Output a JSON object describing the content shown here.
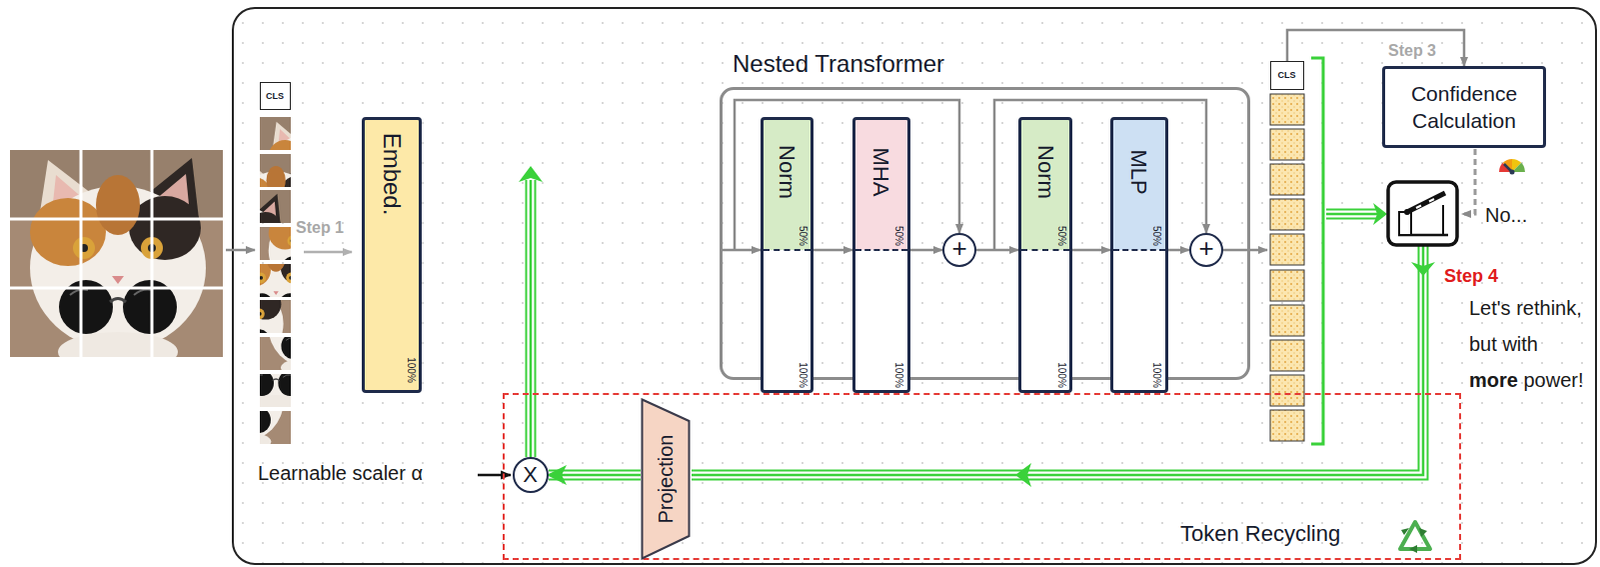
{
  "diagram": {
    "nodes": [
      {
        "text": [
          "CLS"
        ]
      },
      {
        "text": [
          "Embed.",
          "100%"
        ]
      },
      {
        "text": [
          "Nested Transformer"
        ]
      },
      {
        "text": [
          "Norm",
          "50%",
          "100%"
        ],
        "in": 2
      },
      {
        "text": [
          "MHA",
          "50%",
          "100%"
        ],
        "in": 2
      },
      {
        "text": [
          "+"
        ],
        "in": 2
      },
      {
        "text": [
          "Norm",
          "50%",
          "100%"
        ],
        "in": 2
      },
      {
        "text": [
          "MLP",
          "50%",
          "100%"
        ],
        "in": 2
      },
      {
        "text": [
          "+"
        ],
        "in": 2
      },
      {
        "text": [
          "CLS"
        ]
      },
      {
        "text": [
          "Confidence Calculation"
        ]
      },
      {
        "text": [
          "Token Recycling"
        ]
      },
      {
        "text": [
          "Projection"
        ],
        "in": 11
      },
      {
        "text": [
          "X"
        ],
        "in": 11
      }
    ],
    "edges": [
      {
        "from": 2,
        "to": 3,
        "arrow": "to"
      },
      {
        "from": 3,
        "to": 4,
        "arrow": "to"
      },
      {
        "from": 4,
        "to": 5,
        "arrow": "to"
      },
      {
        "from": 5,
        "to": 6,
        "arrow": "to"
      },
      {
        "from": 6,
        "to": 7,
        "arrow": "to"
      },
      {
        "from": 7,
        "to": 8,
        "arrow": "to"
      },
      {
        "from": 9,
        "to": 10,
        "arrow": "to"
      },
      {
        "from": 12,
        "to": 13,
        "arrow": "to"
      }
    ],
    "labels": [
      "Step 1",
      "Step 3",
      "No...",
      "Step 4",
      "Let's rethink, but with more power!",
      "Learnable scaler α"
    ]
  }
}
